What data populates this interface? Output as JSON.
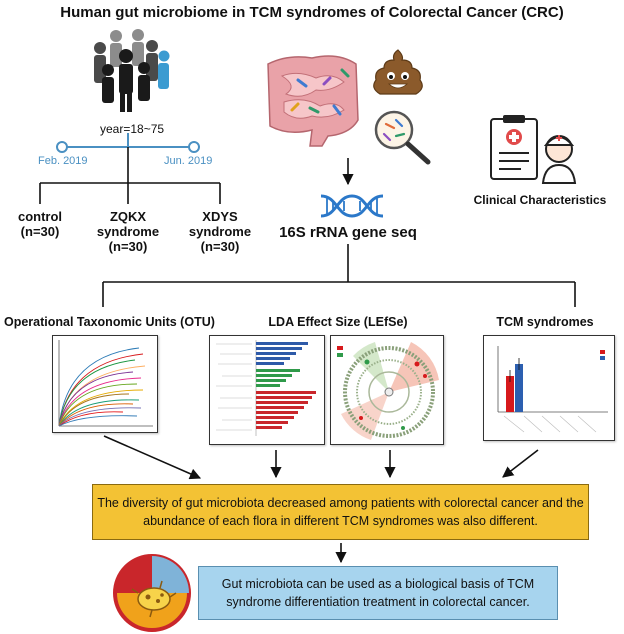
{
  "title": "Human gut microbiome in TCM syndromes of Colorectal Cancer (CRC)",
  "cohort": {
    "age_range": "year=18~75",
    "start_date": "Feb. 2019",
    "end_date": "Jun. 2019"
  },
  "groups": [
    {
      "name": "control",
      "n": "(n=30)"
    },
    {
      "name": "ZQKX syndrome",
      "n": "(n=30)"
    },
    {
      "name": "XDYS syndrome",
      "n": "(n=30)"
    }
  ],
  "sequencing_label": "16S rRNA gene seq",
  "clinical_label": "Clinical Characteristics",
  "analyses": [
    {
      "label": "Operational Taxonomic Units (OTU)"
    },
    {
      "label": "LDA Effect Size (LEfSe)"
    },
    {
      "label": "TCM syndromes"
    }
  ],
  "result_text": "The diversity of gut microbiota decreased among patients with colorectal cancer and the abundance of each flora in different TCM syndromes was also different.",
  "conclusion_text": "Gut microbiota can be used as a biological basis of TCM syndrome differentiation treatment in colorectal cancer.",
  "colors": {
    "result_box": "#f3c234",
    "conclusion_box": "#a7d4ee",
    "timeline": "#4a90c2",
    "dna": "#2b78c9"
  }
}
